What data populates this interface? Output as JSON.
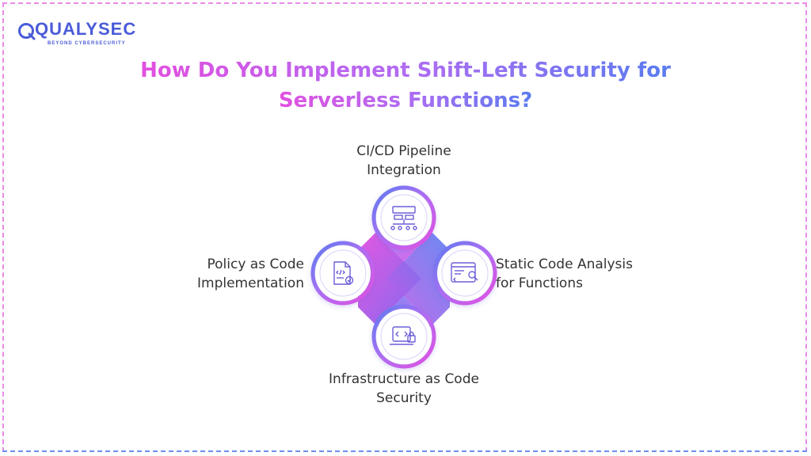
{
  "brand": {
    "name": "QUALYSEC",
    "tagline": "BEYOND CYBERSECURITY"
  },
  "title": {
    "line1": "How Do You Implement Shift-Left Security for",
    "line2": "Serverless Functions?"
  },
  "nodes": {
    "top": {
      "line1": "CI/CD Pipeline",
      "line2": "Integration",
      "icon": "pipeline-icon"
    },
    "right": {
      "line1": "Static Code Analysis",
      "line2": "for Functions",
      "icon": "code-analysis-icon"
    },
    "bottom": {
      "line1": "Infrastructure as Code",
      "line2": "Security",
      "icon": "infra-code-icon"
    },
    "left": {
      "line1": "Policy as Code",
      "line2": "Implementation",
      "icon": "policy-document-icon"
    }
  },
  "colors": {
    "pink": "#e24fe0",
    "purple": "#b06cf2",
    "blue": "#5a7cf0",
    "ring_inner": "#ffffff"
  }
}
